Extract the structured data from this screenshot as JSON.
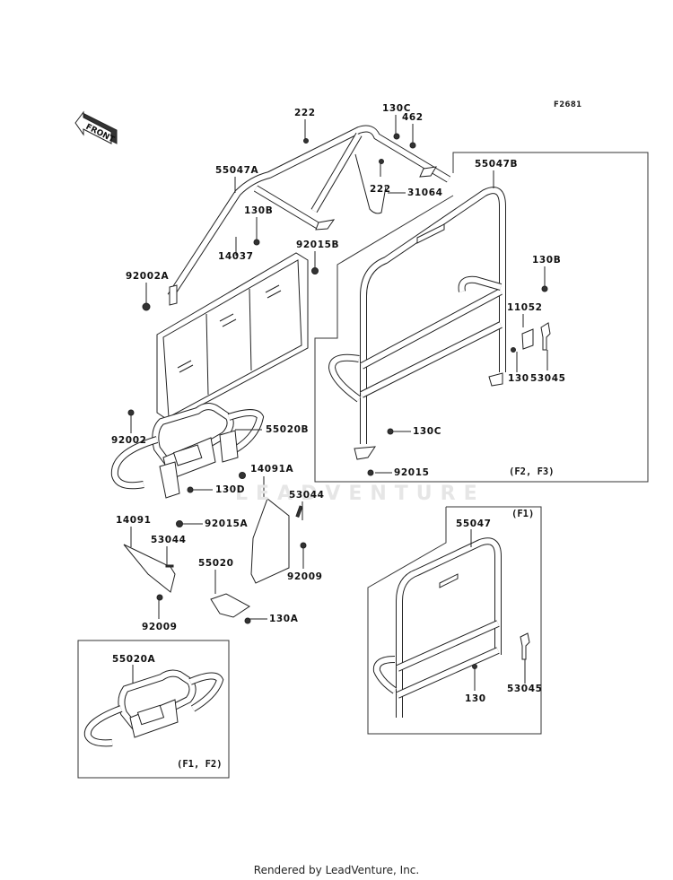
{
  "diagram": {
    "figure_code": "F2681",
    "front_indicator": "FRONT",
    "watermark": "LEADVENTURE",
    "footer": "Rendered by LeadVenture, Inc.",
    "callouts": [
      {
        "id": "c-222-a",
        "part": "222"
      },
      {
        "id": "c-130c-top",
        "part": "130C"
      },
      {
        "id": "c-462",
        "part": "462"
      },
      {
        "id": "c-55047a",
        "part": "55047A"
      },
      {
        "id": "c-222-b",
        "part": "222"
      },
      {
        "id": "c-31064",
        "part": "31064"
      },
      {
        "id": "c-55047b",
        "part": "55047B"
      },
      {
        "id": "c-130b-left",
        "part": "130B"
      },
      {
        "id": "c-92015b",
        "part": "92015B"
      },
      {
        "id": "c-14037",
        "part": "14037"
      },
      {
        "id": "c-92002a",
        "part": "92002A"
      },
      {
        "id": "c-130b-right",
        "part": "130B"
      },
      {
        "id": "c-11052",
        "part": "11052"
      },
      {
        "id": "c-130-f2",
        "part": "130"
      },
      {
        "id": "c-53045-f2",
        "part": "53045"
      },
      {
        "id": "c-92002",
        "part": "92002"
      },
      {
        "id": "c-55020b",
        "part": "55020B"
      },
      {
        "id": "c-130c-bottom",
        "part": "130C"
      },
      {
        "id": "c-92015",
        "part": "92015"
      },
      {
        "id": "c-14091a",
        "part": "14091A"
      },
      {
        "id": "c-130d",
        "part": "130D"
      },
      {
        "id": "c-53044-a",
        "part": "53044"
      },
      {
        "id": "c-14091",
        "part": "14091"
      },
      {
        "id": "c-92015a",
        "part": "92015A"
      },
      {
        "id": "c-53044-b",
        "part": "53044"
      },
      {
        "id": "c-55020",
        "part": "55020"
      },
      {
        "id": "c-92009-a",
        "part": "92009"
      },
      {
        "id": "c-92009-b",
        "part": "92009"
      },
      {
        "id": "c-130a",
        "part": "130A"
      },
      {
        "id": "c-55047",
        "part": "55047"
      },
      {
        "id": "c-130-f1",
        "part": "130"
      },
      {
        "id": "c-53045-f1",
        "part": "53045"
      },
      {
        "id": "c-55020a",
        "part": "55020A"
      }
    ],
    "variant_boxes": [
      {
        "id": "box-f2f3",
        "label": "(F2, F3)"
      },
      {
        "id": "box-f1",
        "label": "(F1)"
      },
      {
        "id": "box-f1f2",
        "label": "(F1, F2)"
      }
    ]
  }
}
